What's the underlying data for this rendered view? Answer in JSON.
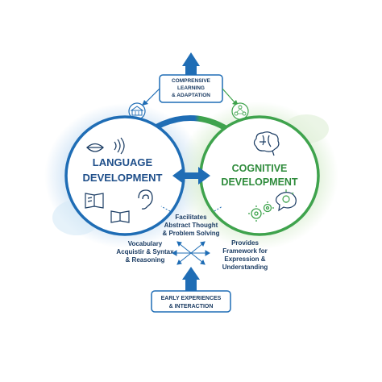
{
  "top_box": {
    "line1": "COMPRENSIVE",
    "line2": "LEARNING",
    "line3": "& ADAPTATION"
  },
  "bottom_box": {
    "line1": "EARLY EXPERIENCES",
    "line2": "& INTERACTION"
  },
  "language": {
    "line1": "LANGUAGE",
    "line2": "DEVELOPMENT"
  },
  "cognitive": {
    "line1": "COGNITIVE",
    "line2": "DEVELOPMENT"
  },
  "labels": {
    "center": [
      "Facilitates",
      "Abstract Thought",
      "& Problem Solving"
    ],
    "left": [
      "Vocabulary",
      "Acquistir & Syntax",
      "& Reasoning"
    ],
    "right": [
      "Provides",
      "Framework for",
      "Expression &",
      "Understanding"
    ]
  },
  "colors": {
    "blue": "#1f6db5",
    "green": "#3fa34d",
    "light_blue": "#d6e9f7",
    "light_green": "#e2f1dc",
    "dark_text": "#1b3c63"
  },
  "icons": {
    "left_circle": [
      "lips-icon",
      "sound-waves-icon",
      "open-book-icon",
      "book-icon",
      "ear-icon"
    ],
    "right_circle": [
      "brain-icon",
      "gears-icon",
      "lightbulb-icon"
    ],
    "top_left": "school-icon",
    "top_right": "network-people-icon"
  }
}
